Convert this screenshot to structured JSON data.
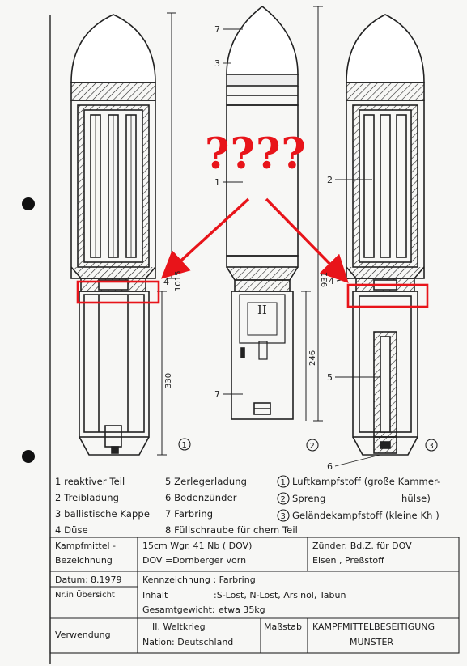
{
  "annotation": {
    "question": "????",
    "color": "#e8141a"
  },
  "figure": {
    "part_labels": [
      "7",
      "3",
      "1",
      "2",
      "4",
      "4",
      "5",
      "7",
      "6"
    ],
    "roman_numeral": "II",
    "dimensions": [
      "1015",
      "330",
      "931",
      "246"
    ],
    "variant_numbers": [
      "1",
      "2",
      "3"
    ]
  },
  "legend": [
    "1 reaktiver  Teil",
    "2 Treibladung",
    "3  ballistische Kappe",
    "4  Düse",
    "5  Zerlegerladung",
    "6  Bodenzünder",
    "7  Farbring",
    "8  Füllschraube  für  chem Teil",
    "Luftkampfstoff (große Kammer-",
    "Spreng",
    "hülse)",
    "Geländekampfstoff (kleine Kh )"
  ],
  "variant_marks": [
    "1",
    "2",
    "3"
  ],
  "title_block": {
    "kampfmittel_label_1": "Kampfmittel -",
    "kampfmittel_label_2": "Bezeichnung",
    "designation_1": "15cm Wgr. 41 Nb  ( DOV)",
    "designation_2": "DOV =Dornberger  vorn",
    "zuender_1": "Zünder: Bd.Z. für DOV",
    "zuender_2": "Eisen , Preßstoff",
    "datum_label": "Datum:",
    "datum_value": "8.1979",
    "nr_label": "Nr.in Übersicht",
    "kennzeichnung": "Kennzeichnung : Farbring",
    "inhalt_label": "Inhalt",
    "inhalt_value": ":S-Lost, N-Lost, Arsinöl, Tabun",
    "gewicht_label": "Gesamtgewicht:",
    "gewicht_value": "etwa  35kg",
    "verwendung_label": "Verwendung",
    "verwendung_1": "II. Weltkrieg",
    "verwendung_2": "Nation: Deutschland",
    "massstab_label": "Maßstab",
    "org_1": "KAMPFMITTELBESEITIGUNG",
    "org_2": "MUNSTER"
  }
}
